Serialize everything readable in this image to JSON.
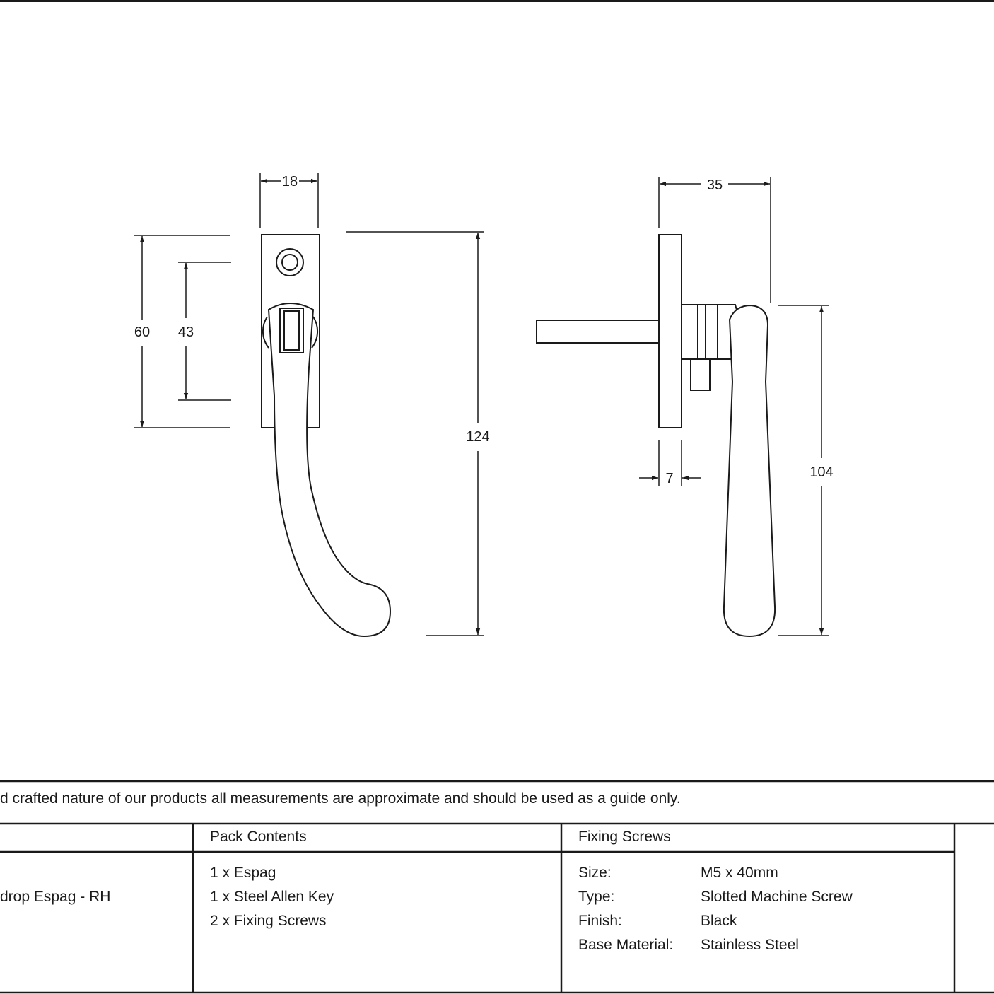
{
  "dimensions": {
    "front_width": "18",
    "backplate_height": "60",
    "fixing_centres": "43",
    "overall_height": "124",
    "side_projection": "35",
    "backplate_thickness": "7",
    "handle_length": "104"
  },
  "note": "d crafted nature of our products all measurements are approximate and should be used as a guide only.",
  "table": {
    "product_name": "drop Espag - RH",
    "pack_contents_header": "Pack Contents",
    "pack_contents": [
      "1 x Espag",
      "1 x Steel Allen Key",
      "2 x Fixing Screws"
    ],
    "fixing_screws_header": "Fixing Screws",
    "fixing_screws": [
      {
        "label": "Size:",
        "value": "M5 x 40mm"
      },
      {
        "label": "Type:",
        "value": "Slotted Machine Screw"
      },
      {
        "label": "Finish:",
        "value": "Black"
      },
      {
        "label": "Base Material:",
        "value": "Stainless Steel"
      }
    ]
  }
}
